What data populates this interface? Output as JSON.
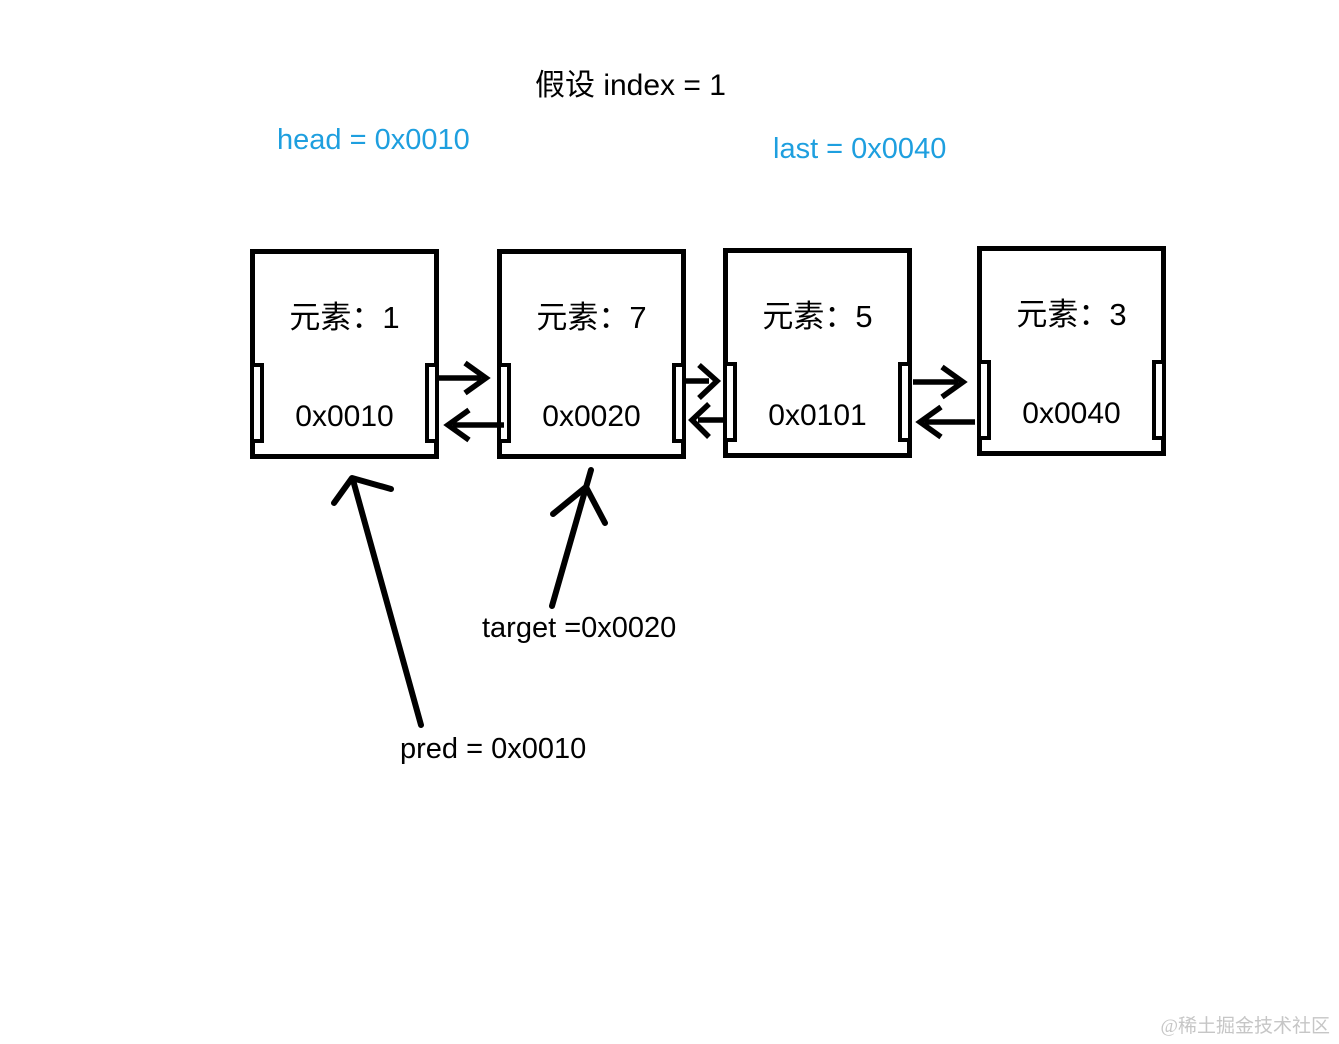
{
  "title": "假设 index = 1",
  "pointers": {
    "head": "head = 0x0010",
    "last": "last = 0x0040"
  },
  "nodes": [
    {
      "element": "元素：1",
      "address": "0x0010"
    },
    {
      "element": "元素：7",
      "address": "0x0020"
    },
    {
      "element": "元素：5",
      "address": "0x0101"
    },
    {
      "element": "元素：3",
      "address": "0x0040"
    }
  ],
  "annotations": {
    "target": "target =0x0020",
    "pred": "pred = 0x0010"
  },
  "watermark": "@稀土掘金技术社区",
  "colors": {
    "pointer_text": "#1e9fdf",
    "line": "#000000",
    "watermark": "#c6c6c6",
    "background": "#ffffff"
  },
  "diagram_type": "doubly-linked-list"
}
